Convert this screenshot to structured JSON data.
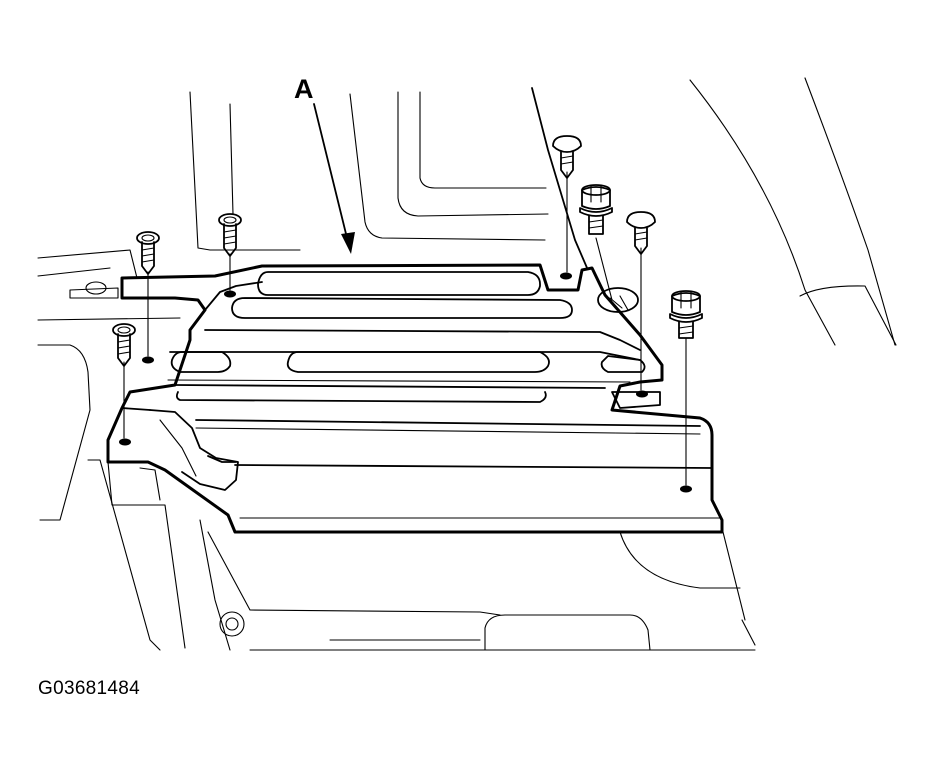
{
  "diagram": {
    "callout_label": "A",
    "figure_code": "G03681484",
    "fasteners": [
      {
        "type": "clip",
        "name": "clip-fastener"
      },
      {
        "type": "clip",
        "name": "clip-fastener"
      },
      {
        "type": "clip",
        "name": "clip-fastener"
      },
      {
        "type": "clip",
        "name": "clip-fastener"
      },
      {
        "type": "clip",
        "name": "clip-fastener"
      },
      {
        "type": "bolt",
        "name": "bolt-fastener"
      },
      {
        "type": "bolt",
        "name": "bolt-fastener"
      }
    ]
  }
}
